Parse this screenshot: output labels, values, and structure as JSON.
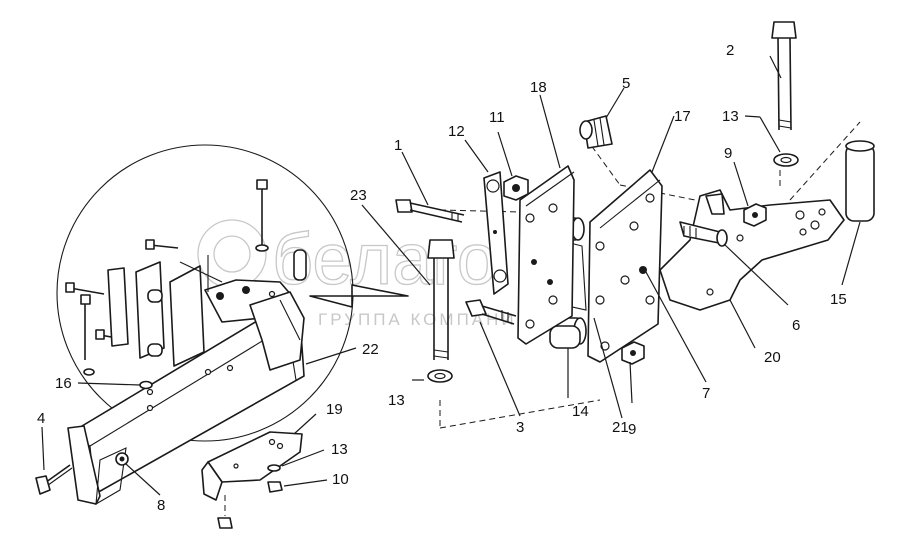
{
  "callouts": [
    {
      "id": "1",
      "text": "1"
    },
    {
      "id": "2",
      "text": "2"
    },
    {
      "id": "3",
      "text": "3"
    },
    {
      "id": "4",
      "text": "4"
    },
    {
      "id": "5",
      "text": "5"
    },
    {
      "id": "6",
      "text": "6"
    },
    {
      "id": "7",
      "text": "7"
    },
    {
      "id": "8",
      "text": "8"
    },
    {
      "id": "9a",
      "text": "9"
    },
    {
      "id": "9b",
      "text": "9"
    },
    {
      "id": "10",
      "text": "10"
    },
    {
      "id": "11",
      "text": "11"
    },
    {
      "id": "12",
      "text": "12"
    },
    {
      "id": "13a",
      "text": "13"
    },
    {
      "id": "13b",
      "text": "13"
    },
    {
      "id": "13c",
      "text": "13"
    },
    {
      "id": "14",
      "text": "14"
    },
    {
      "id": "15",
      "text": "15"
    },
    {
      "id": "16",
      "text": "16"
    },
    {
      "id": "17",
      "text": "17"
    },
    {
      "id": "18",
      "text": "18"
    },
    {
      "id": "19",
      "text": "19"
    },
    {
      "id": "20",
      "text": "20"
    },
    {
      "id": "21",
      "text": "21"
    },
    {
      "id": "22",
      "text": "22"
    },
    {
      "id": "23",
      "text": "23"
    }
  ],
  "watermark": {
    "brand": "белаго",
    "subtitle": "ГРУППА КОМПАНИЙ"
  },
  "colors": {
    "line": "#1a1a1a",
    "background": "#ffffff",
    "watermark": "#c8c8c8"
  }
}
